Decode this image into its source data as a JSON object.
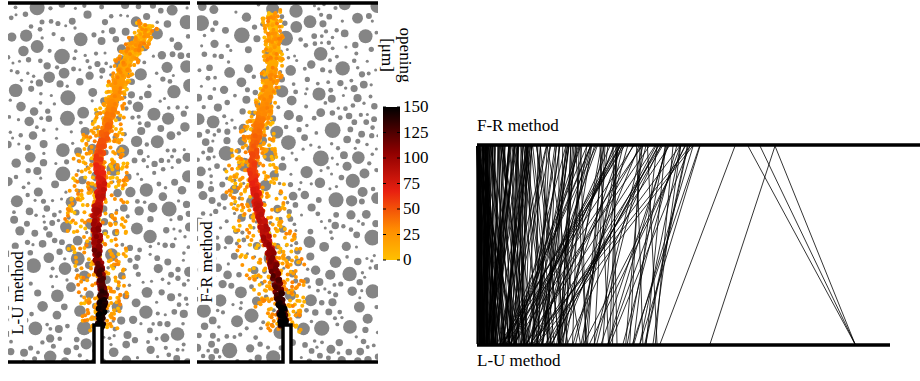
{
  "diagram": {
    "labels": [
      "L-U method",
      "F-R method",
      "opening [μm]",
      "150",
      "125",
      "100",
      "75",
      "50",
      "25",
      "0",
      "F-R method",
      "L-U method"
    ]
  }
}
